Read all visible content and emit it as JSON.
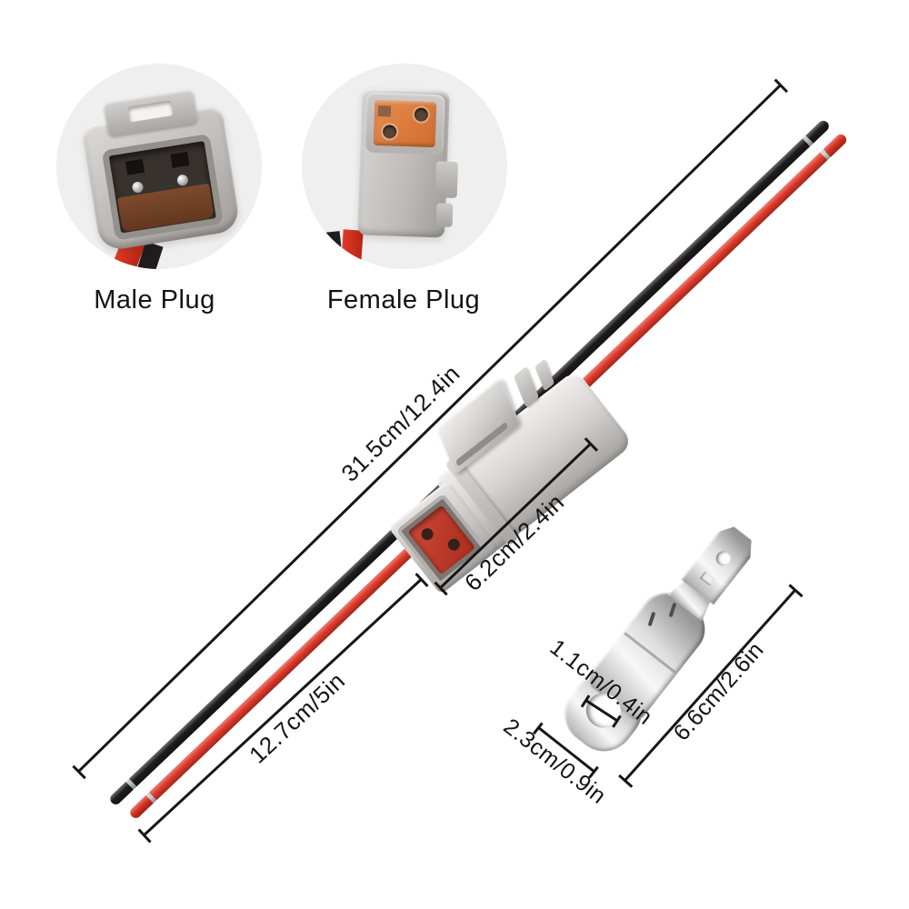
{
  "insets": {
    "male_label": "Male Plug",
    "female_label": "Female Plug"
  },
  "dimensions": {
    "total_length": "31.5cm/12.4in",
    "connector_length": "6.2cm/2.4in",
    "wire_length": "12.7cm/5in",
    "bracket_hole_diameter": "1.1cm/0.4in",
    "bracket_width": "2.3cm/0.9in",
    "bracket_length": "6.6cm/2.6in"
  },
  "colors": {
    "wire_red": "#e0392a",
    "wire_black": "#1d1b1b",
    "connector_gray": "#d6d4d2",
    "seal_red": "#bf3a2b",
    "terminal_orange": "#d97b3f",
    "bracket_silver": "#dddddd",
    "dimension_line": "#161616",
    "inset_background": "#efefef"
  }
}
